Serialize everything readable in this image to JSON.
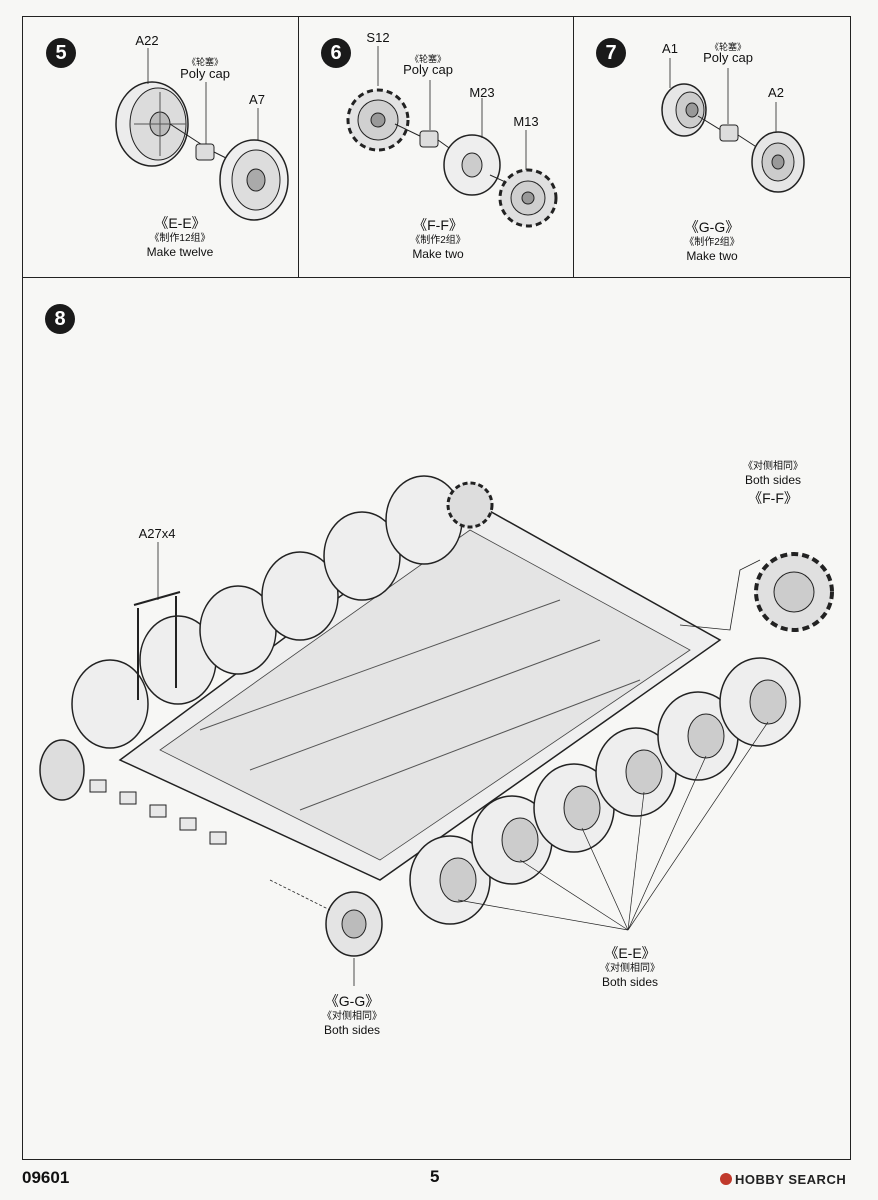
{
  "steps": {
    "s5": {
      "number": "5",
      "parts": {
        "a22": "A22",
        "poly_cn": "《轮塞》",
        "poly_en": "Poly cap",
        "a7": "A7"
      },
      "caption": {
        "title": "《E-E》",
        "sub": "《制作12组》",
        "main": "Make twelve"
      }
    },
    "s6": {
      "number": "6",
      "parts": {
        "s12": "S12",
        "poly_cn": "《轮塞》",
        "poly_en": "Poly cap",
        "m23": "M23",
        "m13": "M13"
      },
      "caption": {
        "title": "《F-F》",
        "sub": "《制作2组》",
        "main": "Make two"
      }
    },
    "s7": {
      "number": "7",
      "parts": {
        "a1": "A1",
        "poly_cn": "《轮塞》",
        "poly_en": "Poly cap",
        "a2": "A2"
      },
      "caption": {
        "title": "《G-G》",
        "sub": "《制作2组》",
        "main": "Make two"
      }
    },
    "s8": {
      "number": "8",
      "a27": "A27x4",
      "ff": {
        "sub": "《对侧相同》",
        "main": "Both sides",
        "title": "《F-F》"
      },
      "gg": {
        "title": "《G-G》",
        "sub": "《对侧相同》",
        "main": "Both sides"
      },
      "ee": {
        "title": "《E-E》",
        "sub": "《对侧相同》",
        "main": "Both sides"
      }
    }
  },
  "footer": {
    "code": "09601",
    "page": "5",
    "brand": "HOBBY SEARCH"
  }
}
